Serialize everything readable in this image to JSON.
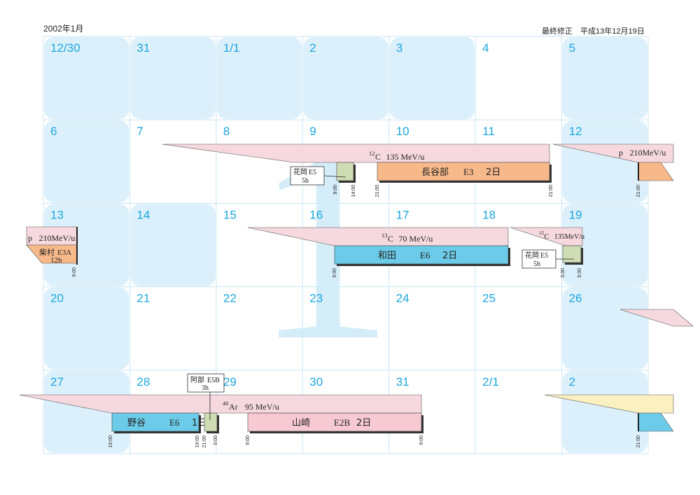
{
  "header": {
    "title": "2002年1月",
    "updated": "最終修正　平成13年12月19日"
  },
  "calendar": {
    "big_numeral": "1",
    "weeks": [
      [
        "12/30",
        "31",
        "1/1",
        "2",
        "3",
        "4",
        "5"
      ],
      [
        "6",
        "7",
        "8",
        "9",
        "10",
        "11",
        "12"
      ],
      [
        "13",
        "14",
        "15",
        "16",
        "17",
        "18",
        "19"
      ],
      [
        "20",
        "21",
        "22",
        "23",
        "24",
        "25",
        "26"
      ],
      [
        "27",
        "28",
        "29",
        "30",
        "31",
        "2/1",
        "2"
      ]
    ],
    "shaded_days": [
      [
        0,
        0
      ],
      [
        0,
        1
      ],
      [
        0,
        2
      ],
      [
        0,
        3
      ],
      [
        0,
        4
      ],
      [
        0,
        6
      ],
      [
        1,
        0
      ],
      [
        1,
        6
      ],
      [
        2,
        0
      ],
      [
        2,
        1
      ],
      [
        2,
        6
      ],
      [
        3,
        0
      ],
      [
        3,
        6
      ],
      [
        4,
        0
      ],
      [
        4,
        6
      ]
    ]
  },
  "beams": [
    {
      "label_mass": "12",
      "label_ion": "C",
      "label_energy": "135 MeV/u"
    },
    {
      "label_ion": "p",
      "label_energy": "210MeV/u"
    },
    {
      "label_ion": "p",
      "label_energy": "210MeV/u"
    },
    {
      "label_mass": "13",
      "label_ion": "C",
      "label_energy": "70 MeV/u"
    },
    {
      "label_mass": "12",
      "label_ion": "C",
      "label_energy": "135MeV/u"
    },
    {
      "label_mass": "40",
      "label_ion": "Ar",
      "label_energy": "95 MeV/u"
    }
  ],
  "experiments": [
    {
      "name": "長谷部",
      "course": "E3",
      "duration": "2日",
      "color": "#f8b98a"
    },
    {
      "name": "和田",
      "course": "E6",
      "duration": "2日",
      "color": "#6ccbe8"
    },
    {
      "name": "野谷",
      "course": "E6",
      "duration": "1日",
      "color": "#6ccbe8"
    },
    {
      "name": "山崎",
      "course": "E2B",
      "duration": "2日",
      "color": "#f7c9d3"
    },
    {
      "name": "柴村",
      "course": "E3A",
      "duration": "12h",
      "color": "#f8b98a"
    }
  ],
  "callouts": [
    {
      "name": "花岡",
      "course": "E5",
      "duration": "5h"
    },
    {
      "name": "花岡",
      "course": "E5",
      "duration": "5h"
    },
    {
      "name": "阿部",
      "course": "E5B",
      "duration": "3h"
    }
  ],
  "times": [
    "9:00",
    "14:00",
    "21:00",
    "21:00",
    "21:00",
    "9:00",
    "9:00",
    "0:00",
    "5:00",
    "19:00",
    "19:00",
    "21:00",
    "0:00",
    "9:00",
    "9:00",
    "21:00"
  ],
  "colors": {
    "day_shade": "#dcf0fb",
    "grid": "#c9e6f5",
    "day_number": "#1aa7dd",
    "beam": "#f6d9df",
    "short_run": "#cfdcb4",
    "yellow_beam": "#fbf0c0"
  }
}
